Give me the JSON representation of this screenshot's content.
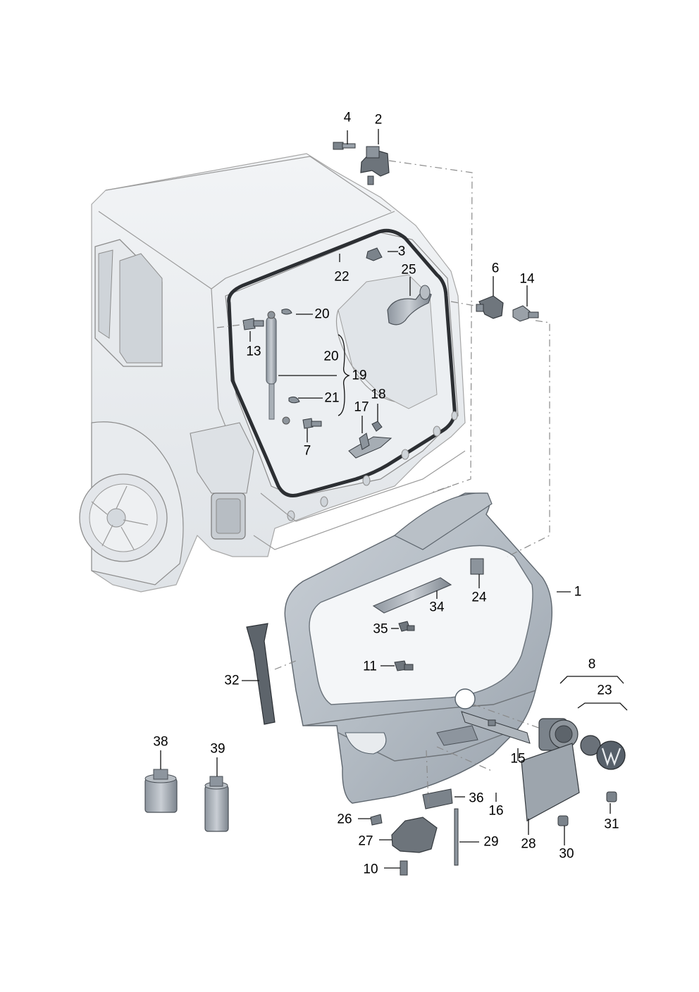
{
  "diagram": {
    "labels": [
      {
        "id": "4",
        "text": "4"
      },
      {
        "id": "2",
        "text": "2"
      },
      {
        "id": "3",
        "text": "3"
      },
      {
        "id": "22",
        "text": "22"
      },
      {
        "id": "25",
        "text": "25"
      },
      {
        "id": "6",
        "text": "6"
      },
      {
        "id": "14",
        "text": "14"
      },
      {
        "id": "20a",
        "text": "20"
      },
      {
        "id": "13",
        "text": "13"
      },
      {
        "id": "20b",
        "text": "20"
      },
      {
        "id": "19",
        "text": "19"
      },
      {
        "id": "21",
        "text": "21"
      },
      {
        "id": "18",
        "text": "18"
      },
      {
        "id": "17",
        "text": "17"
      },
      {
        "id": "7",
        "text": "7"
      },
      {
        "id": "24",
        "text": "24"
      },
      {
        "id": "1",
        "text": "1"
      },
      {
        "id": "34",
        "text": "34"
      },
      {
        "id": "35",
        "text": "35"
      },
      {
        "id": "11",
        "text": "11"
      },
      {
        "id": "32",
        "text": "32"
      },
      {
        "id": "8",
        "text": "8"
      },
      {
        "id": "23",
        "text": "23"
      },
      {
        "id": "38",
        "text": "38"
      },
      {
        "id": "39",
        "text": "39"
      },
      {
        "id": "15",
        "text": "15"
      },
      {
        "id": "36",
        "text": "36"
      },
      {
        "id": "16",
        "text": "16"
      },
      {
        "id": "31",
        "text": "31"
      },
      {
        "id": "26",
        "text": "26"
      },
      {
        "id": "28",
        "text": "28"
      },
      {
        "id": "27",
        "text": "27"
      },
      {
        "id": "29",
        "text": "29"
      },
      {
        "id": "30",
        "text": "30"
      },
      {
        "id": "10",
        "text": "10"
      }
    ]
  }
}
